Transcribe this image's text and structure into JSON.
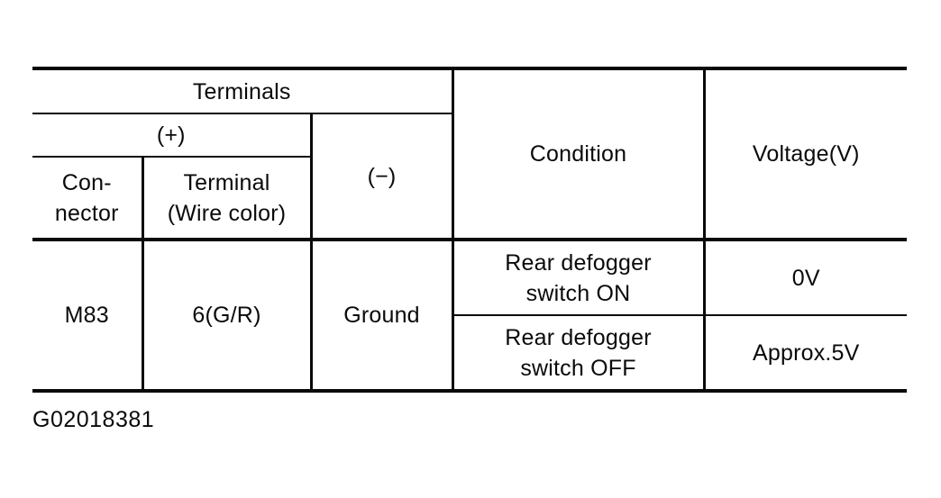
{
  "table": {
    "header": {
      "terminals_label": "Terminals",
      "plus_label": "(+)",
      "minus_label": "(−)",
      "connector_label": "Con-\nnector",
      "terminal_wire_label": "Terminal\n(Wire color)",
      "condition_label": "Condition",
      "voltage_label": "Voltage(V)"
    },
    "data": {
      "connector": "M83",
      "terminal_wire": "6(G/R)",
      "minus_terminal": "Ground",
      "conditions": [
        {
          "condition": "Rear defogger\nswitch ON",
          "voltage": "0V"
        },
        {
          "condition": "Rear defogger\nswitch OFF",
          "voltage": "Approx.5V"
        }
      ]
    }
  },
  "caption": "G02018381"
}
